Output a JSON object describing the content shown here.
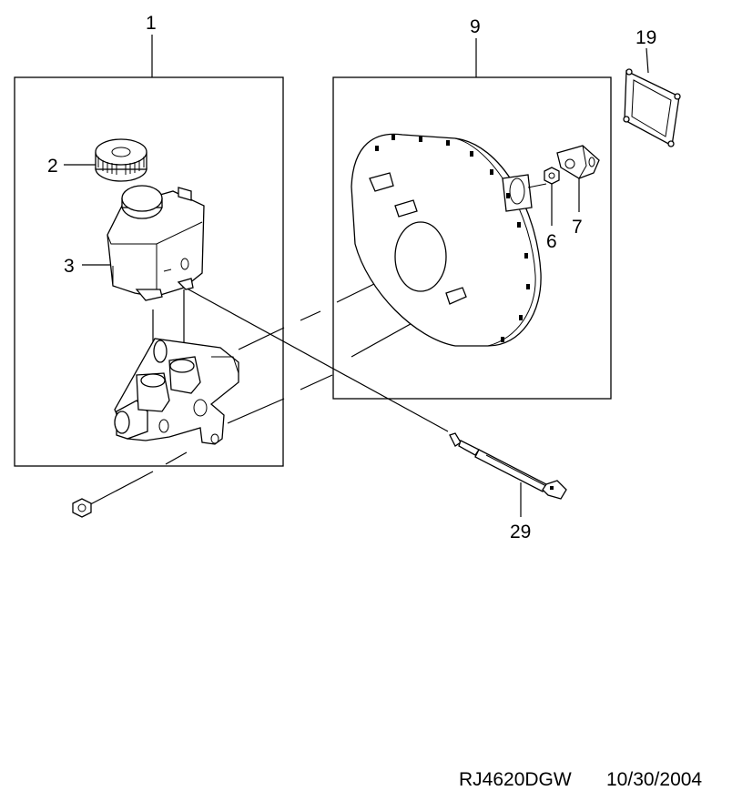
{
  "callouts": {
    "c1": "1",
    "c2": "2",
    "c3": "3",
    "c6": "6",
    "c7": "7",
    "c9": "9",
    "c19": "19",
    "c29": "29"
  },
  "footer": {
    "drawing_id": "RJ4620DGW",
    "date": "10/30/2004"
  },
  "parts": [
    {
      "callout": "1",
      "icon": "master-cylinder-assembly-icon"
    },
    {
      "callout": "2",
      "icon": "reservoir-cap-icon"
    },
    {
      "callout": "3",
      "icon": "fluid-reservoir-icon"
    },
    {
      "callout": "6",
      "icon": "nut-icon"
    },
    {
      "callout": "7",
      "icon": "clevis-icon"
    },
    {
      "callout": "9",
      "icon": "brake-booster-icon"
    },
    {
      "callout": "19",
      "icon": "gasket-icon"
    },
    {
      "callout": "29",
      "icon": "fluid-level-sensor-icon"
    }
  ]
}
